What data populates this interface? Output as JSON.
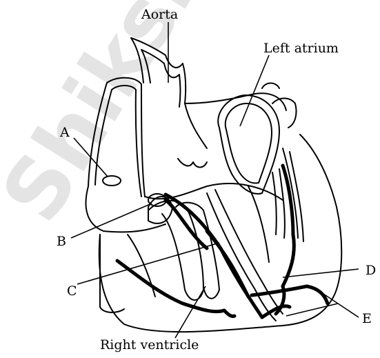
{
  "watermark": "Shiksha",
  "labels": {
    "aorta": "Aorta",
    "left_atrium": "Left atrium",
    "a": "A",
    "b": "B",
    "c": "C",
    "d": "D",
    "e": "E",
    "right_ventricle": "Right ventricle"
  }
}
